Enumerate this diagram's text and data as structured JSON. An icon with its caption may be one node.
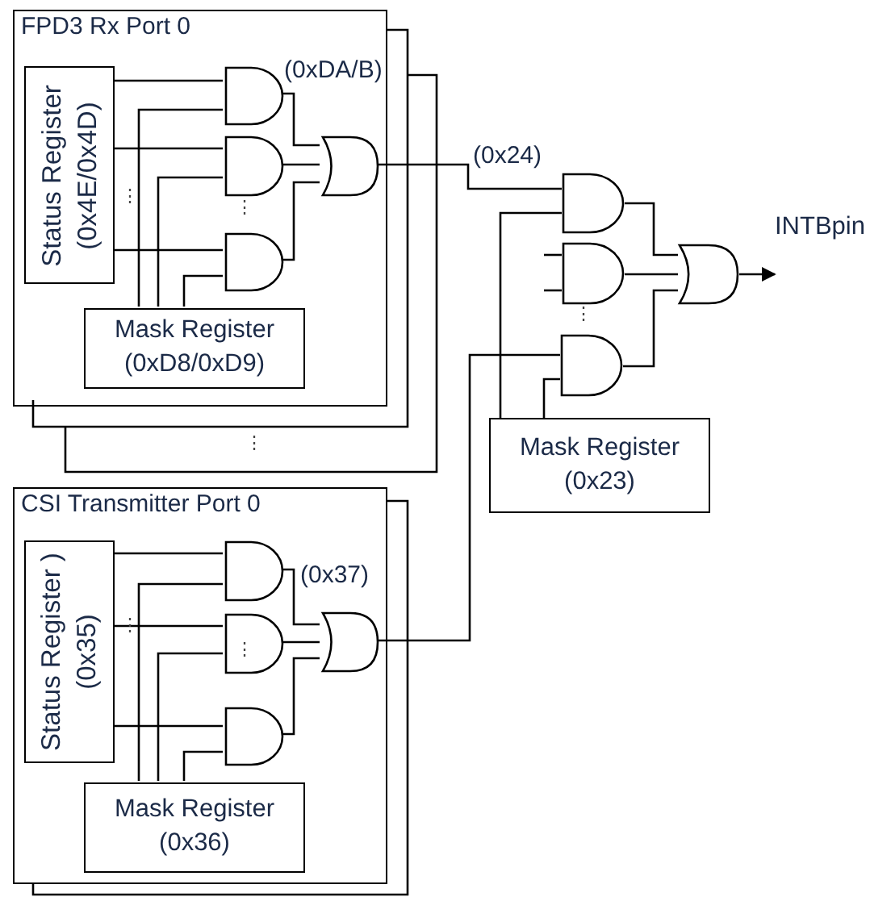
{
  "diagram": {
    "nodes": [
      {
        "text": [
          "FPD3 Rx Port 0"
        ]
      },
      {
        "text": [
          "Status Register",
          "(0x4E/0x4D)"
        ],
        "in": 0
      },
      {
        "text": [],
        "shape": "and-gate",
        "in": 0
      },
      {
        "text": [],
        "shape": "and-gate",
        "in": 0
      },
      {
        "text": [],
        "shape": "and-gate",
        "in": 0
      },
      {
        "text": [],
        "shape": "or-gate",
        "in": 0
      },
      {
        "text": [
          "Mask Register",
          "(0xD8/0xD9)"
        ],
        "in": 0
      },
      {
        "text": [
          "CSI Transmitter Port 0"
        ]
      },
      {
        "text": [
          "Status Register )",
          "(0x35)"
        ],
        "in": 7
      },
      {
        "text": [],
        "shape": "and-gate",
        "in": 7
      },
      {
        "text": [],
        "shape": "and-gate",
        "in": 7
      },
      {
        "text": [],
        "shape": "and-gate",
        "in": 7
      },
      {
        "text": [],
        "shape": "or-gate",
        "in": 7,
        "beside": [
          "(0x37)"
        ]
      },
      {
        "text": [
          "Mask Register",
          "(0x36)"
        ],
        "in": 7
      },
      {
        "text": [],
        "shape": "and-gate"
      },
      {
        "text": [],
        "shape": "and-gate"
      },
      {
        "text": [],
        "shape": "and-gate"
      },
      {
        "text": [],
        "shape": "or-gate"
      },
      {
        "text": [
          "Mask Register",
          "(0x23)"
        ]
      },
      {
        "text": [
          "INTBpin"
        ]
      }
    ],
    "edges": [
      {
        "from": 1,
        "to": 2,
        "arrow": "none"
      },
      {
        "from": 1,
        "to": 3,
        "arrow": "none"
      },
      {
        "from": 1,
        "to": 4,
        "arrow": "none"
      },
      {
        "from": 6,
        "to": 2,
        "arrow": "none"
      },
      {
        "from": 6,
        "to": 3,
        "arrow": "none"
      },
      {
        "from": 6,
        "to": 4,
        "arrow": "none"
      },
      {
        "from": 2,
        "to": 5,
        "arrow": "none"
      },
      {
        "from": 3,
        "to": 5,
        "arrow": "none"
      },
      {
        "from": 4,
        "to": 5,
        "arrow": "none"
      },
      {
        "from": 5,
        "to": 14,
        "arrow": "none",
        "label": "(0x24)"
      },
      {
        "from": 8,
        "to": 9,
        "arrow": "none"
      },
      {
        "from": 8,
        "to": 10,
        "arrow": "none"
      },
      {
        "from": 8,
        "to": 11,
        "arrow": "none"
      },
      {
        "from": 13,
        "to": 9,
        "arrow": "none"
      },
      {
        "from": 13,
        "to": 10,
        "arrow": "none"
      },
      {
        "from": 13,
        "to": 11,
        "arrow": "none"
      },
      {
        "from": 9,
        "to": 12,
        "arrow": "none"
      },
      {
        "from": 10,
        "to": 12,
        "arrow": "none"
      },
      {
        "from": 11,
        "to": 12,
        "arrow": "none"
      },
      {
        "from": 12,
        "to": 16,
        "arrow": "none"
      },
      {
        "from": 18,
        "to": 14,
        "arrow": "none"
      },
      {
        "from": 18,
        "to": 16,
        "arrow": "none"
      },
      {
        "from": null,
        "to": 15,
        "arrow": "none"
      },
      {
        "from": null,
        "to": 15,
        "arrow": "none"
      },
      {
        "from": 14,
        "to": 17,
        "arrow": "none"
      },
      {
        "from": 15,
        "to": 17,
        "arrow": "none"
      },
      {
        "from": 16,
        "to": 17,
        "arrow": "none"
      },
      {
        "from": 17,
        "to": 19,
        "arrow": "to"
      }
    ],
    "labels": [
      "(0xDA/B)",
      "⋮",
      "⋮",
      "⋮",
      "⋮",
      "⋮",
      "⋮"
    ]
  }
}
